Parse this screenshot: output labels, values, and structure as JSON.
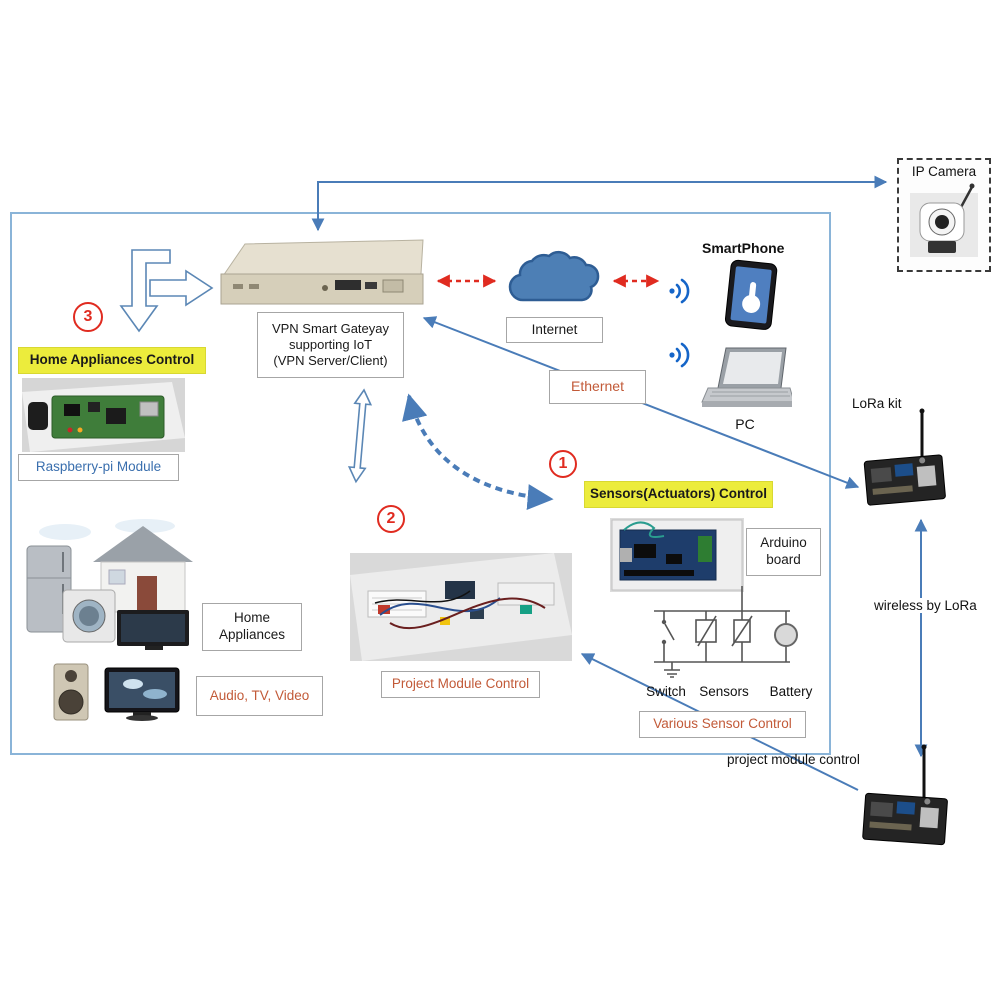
{
  "diagram": {
    "gateway": {
      "label": "VPN Smart Gateyay\nsupporting IoT\n(VPN Server/Client)"
    },
    "internet": {
      "label": "Internet"
    },
    "smartphone": {
      "label": "SmartPhone"
    },
    "pc": {
      "label": "PC"
    },
    "ethernet": {
      "label": "Ethernet"
    },
    "ip_camera": {
      "label": "IP Camera"
    },
    "steps": {
      "one": "1",
      "two": "2",
      "three": "3"
    },
    "home_appliances_control": {
      "label": "Home Appliances Control"
    },
    "raspberry_pi": {
      "label": "Raspberry-pi Module"
    },
    "sensors_control": {
      "label": "Sensors(Actuators) Control"
    },
    "home_appliances": {
      "label": "Home\nAppliances"
    },
    "audio_tv_video": {
      "label": "Audio, TV, Video"
    },
    "project_module": {
      "label": "Project Module Control"
    },
    "arduino": {
      "label": "Arduino\nboard"
    },
    "circuit": {
      "switch": "Switch",
      "sensors": "Sensors",
      "battery": "Battery"
    },
    "various_sensor": {
      "label": "Various Sensor Control"
    },
    "lora": {
      "kit_label": "LoRa kit",
      "wireless_label": "wireless by LoRa",
      "module_control_label": "project module control"
    }
  },
  "colors": {
    "accent_orange": "#c25a38",
    "accent_blue_text": "#3a6fae",
    "yellow_highlight": "#ecec3c",
    "arrow_blue": "#4a7cb8",
    "arrow_red": "#e02b20",
    "boundary_blue": "#8ab4d8",
    "cloud_blue": "#4d7fb5"
  }
}
